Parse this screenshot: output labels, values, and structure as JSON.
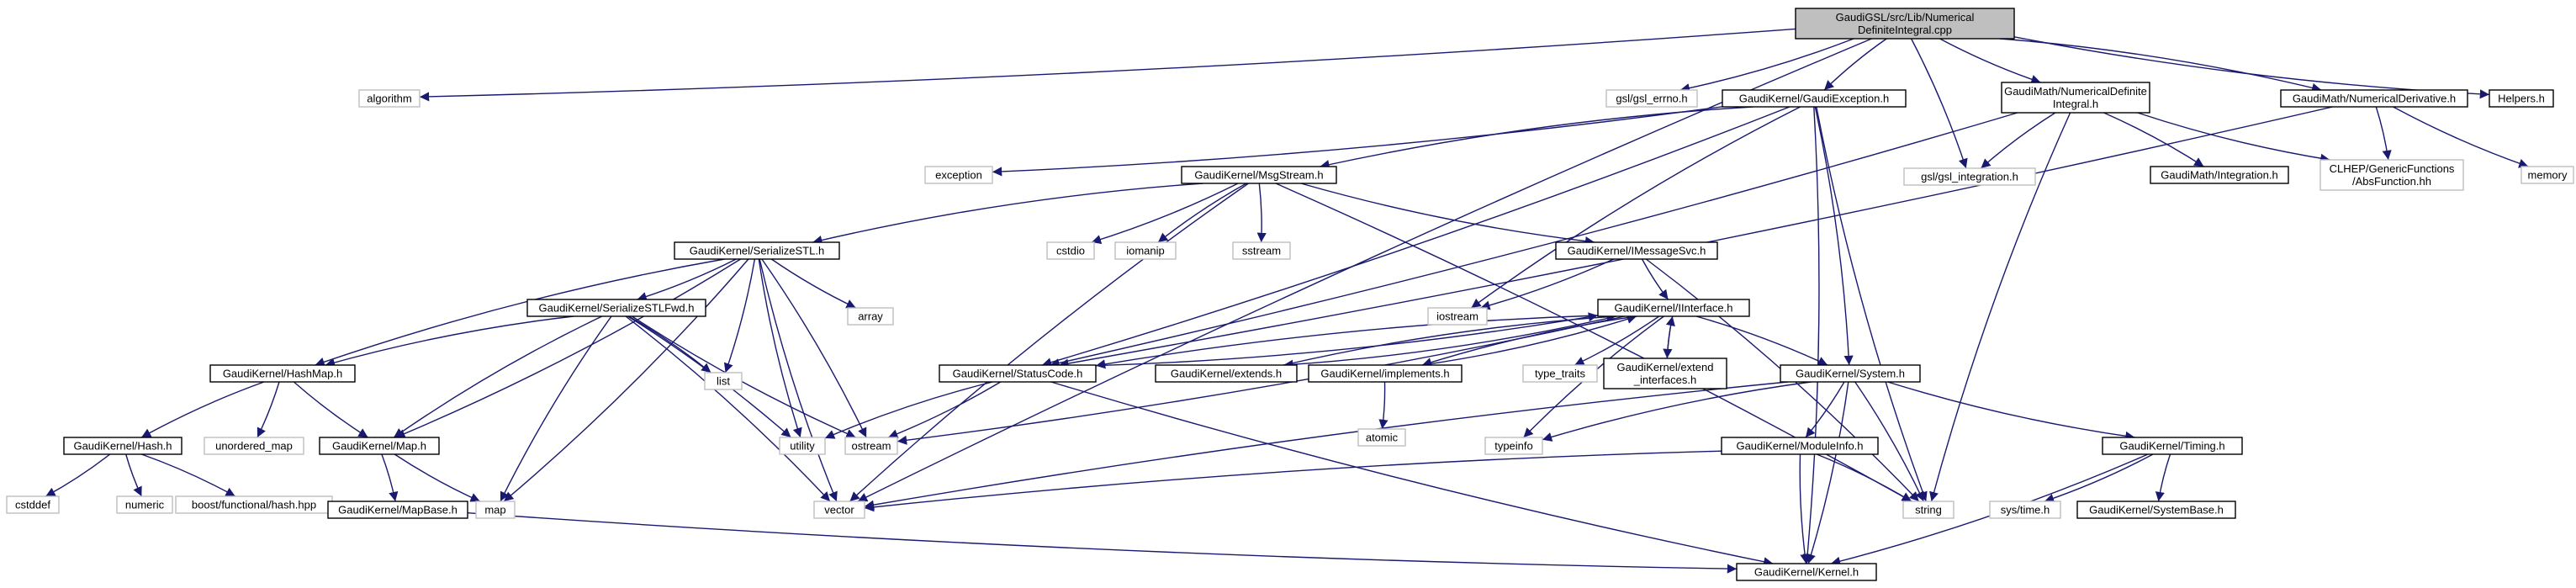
{
  "colors": {
    "edge": "#191970",
    "root_fill": "#bfbfbf",
    "node_border": "#000000",
    "external_border": "#bfbfbf",
    "node_fill": "#ffffff",
    "text": "#000000"
  },
  "nodes": [
    {
      "id": "root",
      "lines": [
        "GaudiGSL/src/Lib/Numerical",
        "DefiniteIntegral.cpp"
      ],
      "kind": "root"
    },
    {
      "id": "algorithm",
      "lines": [
        "algorithm"
      ],
      "kind": "external"
    },
    {
      "id": "gsl_errno",
      "lines": [
        "gsl/gsl_errno.h"
      ],
      "kind": "external"
    },
    {
      "id": "gaudiexception",
      "lines": [
        "GaudiKernel/GaudiException.h"
      ],
      "kind": "internal"
    },
    {
      "id": "gsl_integration",
      "lines": [
        "gsl/gsl_integration.h"
      ],
      "kind": "external"
    },
    {
      "id": "numdefint",
      "lines": [
        "GaudiMath/NumericalDefinite",
        "Integral.h"
      ],
      "kind": "internal"
    },
    {
      "id": "numderiv",
      "lines": [
        "GaudiMath/NumericalDerivative.h"
      ],
      "kind": "internal"
    },
    {
      "id": "helpers",
      "lines": [
        "Helpers.h"
      ],
      "kind": "internal"
    },
    {
      "id": "exception",
      "lines": [
        "exception"
      ],
      "kind": "external"
    },
    {
      "id": "msgstream",
      "lines": [
        "GaudiKernel/MsgStream.h"
      ],
      "kind": "internal"
    },
    {
      "id": "integration",
      "lines": [
        "GaudiMath/Integration.h"
      ],
      "kind": "internal"
    },
    {
      "id": "absfunction",
      "lines": [
        "CLHEP/GenericFunctions",
        "/AbsFunction.hh"
      ],
      "kind": "external"
    },
    {
      "id": "memory",
      "lines": [
        "memory"
      ],
      "kind": "external"
    },
    {
      "id": "serializestl",
      "lines": [
        "GaudiKernel/SerializeSTL.h"
      ],
      "kind": "internal"
    },
    {
      "id": "cstdio",
      "lines": [
        "cstdio"
      ],
      "kind": "external"
    },
    {
      "id": "iomanip",
      "lines": [
        "iomanip"
      ],
      "kind": "external"
    },
    {
      "id": "sstream",
      "lines": [
        "sstream"
      ],
      "kind": "external"
    },
    {
      "id": "imessagesvc",
      "lines": [
        "GaudiKernel/IMessageSvc.h"
      ],
      "kind": "internal"
    },
    {
      "id": "array",
      "lines": [
        "array"
      ],
      "kind": "external"
    },
    {
      "id": "iostream",
      "lines": [
        "iostream"
      ],
      "kind": "external"
    },
    {
      "id": "serializestlfwd",
      "lines": [
        "GaudiKernel/SerializeSTLFwd.h"
      ],
      "kind": "internal"
    },
    {
      "id": "iinterface",
      "lines": [
        "GaudiKernel/IInterface.h"
      ],
      "kind": "internal"
    },
    {
      "id": "list",
      "lines": [
        "list"
      ],
      "kind": "external"
    },
    {
      "id": "hashmap",
      "lines": [
        "GaudiKernel/HashMap.h"
      ],
      "kind": "internal"
    },
    {
      "id": "statuscode",
      "lines": [
        "GaudiKernel/StatusCode.h"
      ],
      "kind": "internal"
    },
    {
      "id": "extends",
      "lines": [
        "GaudiKernel/extends.h"
      ],
      "kind": "internal"
    },
    {
      "id": "implements",
      "lines": [
        "GaudiKernel/implements.h"
      ],
      "kind": "internal"
    },
    {
      "id": "type_traits",
      "lines": [
        "type_traits"
      ],
      "kind": "external"
    },
    {
      "id": "extend_interfaces",
      "lines": [
        "GaudiKernel/extend",
        "_interfaces.h"
      ],
      "kind": "internal"
    },
    {
      "id": "system",
      "lines": [
        "GaudiKernel/System.h"
      ],
      "kind": "internal"
    },
    {
      "id": "hash",
      "lines": [
        "GaudiKernel/Hash.h"
      ],
      "kind": "internal"
    },
    {
      "id": "unordered_map",
      "lines": [
        "unordered_map"
      ],
      "kind": "external"
    },
    {
      "id": "map_h",
      "lines": [
        "GaudiKernel/Map.h"
      ],
      "kind": "internal"
    },
    {
      "id": "utility",
      "lines": [
        "utility"
      ],
      "kind": "external"
    },
    {
      "id": "ostream",
      "lines": [
        "ostream"
      ],
      "kind": "external"
    },
    {
      "id": "atomic",
      "lines": [
        "atomic"
      ],
      "kind": "external"
    },
    {
      "id": "typeinfo",
      "lines": [
        "typeinfo"
      ],
      "kind": "external"
    },
    {
      "id": "moduleinfo",
      "lines": [
        "GaudiKernel/ModuleInfo.h"
      ],
      "kind": "internal"
    },
    {
      "id": "timing",
      "lines": [
        "GaudiKernel/Timing.h"
      ],
      "kind": "internal"
    },
    {
      "id": "cstddef",
      "lines": [
        "cstddef"
      ],
      "kind": "external"
    },
    {
      "id": "numeric",
      "lines": [
        "numeric"
      ],
      "kind": "external"
    },
    {
      "id": "boosthash",
      "lines": [
        "boost/functional/hash.hpp"
      ],
      "kind": "external"
    },
    {
      "id": "map",
      "lines": [
        "map"
      ],
      "kind": "external"
    },
    {
      "id": "vector",
      "lines": [
        "vector"
      ],
      "kind": "external"
    },
    {
      "id": "string",
      "lines": [
        "string"
      ],
      "kind": "external"
    },
    {
      "id": "systime",
      "lines": [
        "sys/time.h"
      ],
      "kind": "external"
    },
    {
      "id": "systembase",
      "lines": [
        "GaudiKernel/SystemBase.h"
      ],
      "kind": "internal"
    },
    {
      "id": "mapbase",
      "lines": [
        "GaudiKernel/MapBase.h"
      ],
      "kind": "internal"
    },
    {
      "id": "kernel",
      "lines": [
        "GaudiKernel/Kernel.h"
      ],
      "kind": "internal"
    }
  ],
  "edges": [
    [
      "root",
      "algorithm"
    ],
    [
      "root",
      "vector"
    ],
    [
      "root",
      "gsl_errno"
    ],
    [
      "root",
      "gaudiexception"
    ],
    [
      "root",
      "gsl_integration"
    ],
    [
      "root",
      "numdefint"
    ],
    [
      "root",
      "numderiv"
    ],
    [
      "root",
      "helpers"
    ],
    [
      "gaudiexception",
      "exception"
    ],
    [
      "gaudiexception",
      "msgstream"
    ],
    [
      "gaudiexception",
      "statuscode"
    ],
    [
      "gaudiexception",
      "iostream"
    ],
    [
      "gaudiexception",
      "system"
    ],
    [
      "gaudiexception",
      "string"
    ],
    [
      "gaudiexception",
      "kernel"
    ],
    [
      "numdefint",
      "gsl_integration"
    ],
    [
      "numdefint",
      "integration"
    ],
    [
      "numdefint",
      "absfunction"
    ],
    [
      "numdefint",
      "statuscode"
    ],
    [
      "numdefint",
      "string"
    ],
    [
      "numderiv",
      "absfunction"
    ],
    [
      "numderiv",
      "memory"
    ],
    [
      "numderiv",
      "statuscode"
    ],
    [
      "msgstream",
      "serializestl"
    ],
    [
      "msgstream",
      "cstdio"
    ],
    [
      "msgstream",
      "iomanip"
    ],
    [
      "msgstream",
      "sstream"
    ],
    [
      "msgstream",
      "imessagesvc"
    ],
    [
      "msgstream",
      "string"
    ],
    [
      "msgstream",
      "vector"
    ],
    [
      "serializestl",
      "serializestlfwd"
    ],
    [
      "serializestl",
      "array"
    ],
    [
      "serializestl",
      "list"
    ],
    [
      "serializestl",
      "hashmap"
    ],
    [
      "serializestl",
      "map_h"
    ],
    [
      "serializestl",
      "utility"
    ],
    [
      "serializestl",
      "ostream"
    ],
    [
      "serializestl",
      "vector"
    ],
    [
      "serializestl",
      "map"
    ],
    [
      "serializestlfwd",
      "hashmap"
    ],
    [
      "serializestlfwd",
      "list"
    ],
    [
      "serializestlfwd",
      "map_h"
    ],
    [
      "serializestlfwd",
      "utility"
    ],
    [
      "serializestlfwd",
      "ostream"
    ],
    [
      "serializestlfwd",
      "vector"
    ],
    [
      "serializestlfwd",
      "map"
    ],
    [
      "imessagesvc",
      "iostream"
    ],
    [
      "imessagesvc",
      "iinterface"
    ],
    [
      "imessagesvc",
      "string"
    ],
    [
      "iinterface",
      "statuscode"
    ],
    [
      "iinterface",
      "extends"
    ],
    [
      "iinterface",
      "implements"
    ],
    [
      "iinterface",
      "type_traits"
    ],
    [
      "iinterface",
      "extend_interfaces"
    ],
    [
      "iinterface",
      "system"
    ],
    [
      "iinterface",
      "typeinfo"
    ],
    [
      "iinterface",
      "ostream"
    ],
    [
      "statuscode",
      "iinterface"
    ],
    [
      "extends",
      "iinterface"
    ],
    [
      "implements",
      "iinterface"
    ],
    [
      "extend_interfaces",
      "iinterface"
    ],
    [
      "statuscode",
      "utility"
    ],
    [
      "statuscode",
      "ostream"
    ],
    [
      "statuscode",
      "kernel"
    ],
    [
      "implements",
      "atomic"
    ],
    [
      "system",
      "typeinfo"
    ],
    [
      "system",
      "moduleinfo"
    ],
    [
      "system",
      "timing"
    ],
    [
      "system",
      "string"
    ],
    [
      "system",
      "vector"
    ],
    [
      "system",
      "kernel"
    ],
    [
      "moduleinfo",
      "vector"
    ],
    [
      "moduleinfo",
      "string"
    ],
    [
      "moduleinfo",
      "kernel"
    ],
    [
      "timing",
      "systime"
    ],
    [
      "timing",
      "systembase"
    ],
    [
      "timing",
      "kernel"
    ],
    [
      "hashmap",
      "hash"
    ],
    [
      "hashmap",
      "unordered_map"
    ],
    [
      "hashmap",
      "map_h"
    ],
    [
      "hash",
      "cstddef"
    ],
    [
      "hash",
      "numeric"
    ],
    [
      "hash",
      "boosthash"
    ],
    [
      "map_h",
      "map"
    ],
    [
      "map_h",
      "mapbase"
    ],
    [
      "mapbase",
      "kernel"
    ]
  ]
}
